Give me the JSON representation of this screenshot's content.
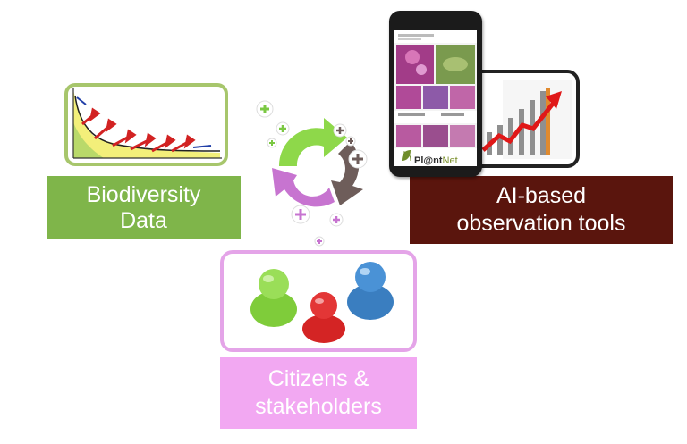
{
  "boxes": {
    "biodiversity": {
      "label_line1": "Biodiversity",
      "label_line2": "Data"
    },
    "ai": {
      "label_line1": "AI-based",
      "label_line2": "observation tools"
    },
    "citizens": {
      "label_line1": "Citizens &",
      "label_line2": "stakeholders"
    }
  },
  "phone": {
    "app_name_part1": "Pl@nt",
    "app_name_part2": "Net"
  },
  "colors": {
    "green": "#7fb54a",
    "brown": "#5a150d",
    "pink": "#f2a8f2",
    "cycle_green": "#8ed84a",
    "cycle_gray": "#6e5d5a",
    "cycle_purple": "#c774d0"
  }
}
